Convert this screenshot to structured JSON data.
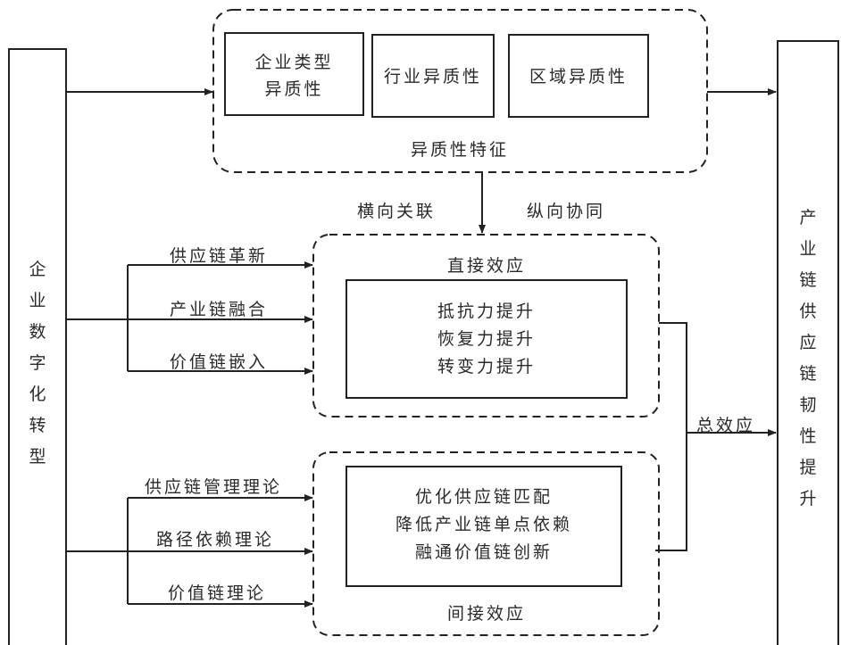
{
  "left_node": {
    "label": "企业数字化转型",
    "chars": [
      "企",
      "业",
      "数",
      "字",
      "化",
      "转",
      "型"
    ]
  },
  "right_node": {
    "label": "产业链供应链韧性提升",
    "chars": [
      "产",
      "业",
      "链",
      "供",
      "应",
      "链",
      "韧",
      "性",
      "提",
      "升"
    ]
  },
  "heterogeneity": {
    "title": "异质性特征",
    "items": [
      {
        "line1": "企业类型",
        "line2": "异质性"
      },
      {
        "line1": "行业异质性",
        "line2": ""
      },
      {
        "line1": "区域异质性",
        "line2": ""
      }
    ]
  },
  "link_labels": {
    "horizontal": "横向关联",
    "vertical": "纵向协同",
    "total": "总效应"
  },
  "direct_effect": {
    "title": "直接效应",
    "inputs": [
      "供应链革新",
      "产业链融合",
      "价值链嵌入"
    ],
    "outcomes": [
      "抵抗力提升",
      "恢复力提升",
      "转变力提升"
    ]
  },
  "indirect_effect": {
    "title": "间接效应",
    "inputs": [
      "供应链管理理论",
      "路径依赖理论",
      "价值链理论"
    ],
    "outcomes": [
      "优化供应链匹配",
      "降低产业链单点依赖",
      "融通价值链创新"
    ]
  }
}
